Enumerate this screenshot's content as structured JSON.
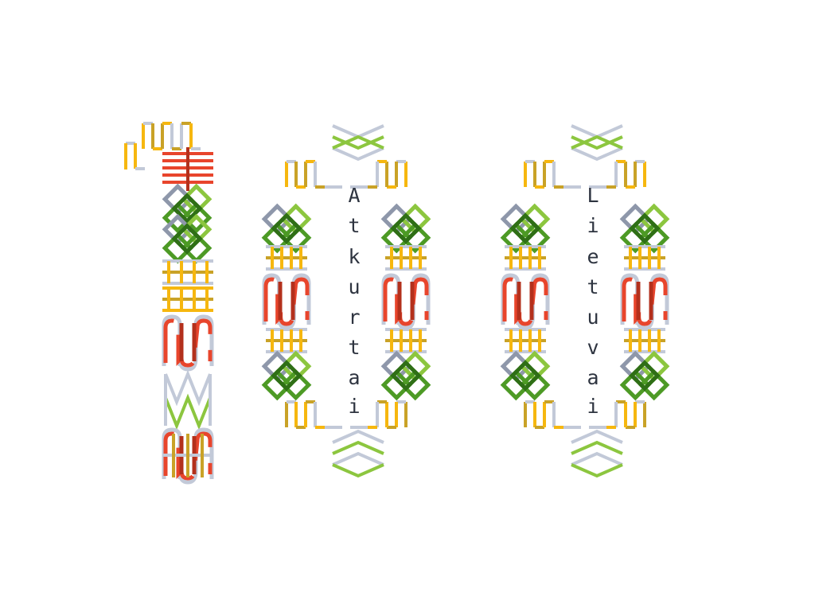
{
  "logo": {
    "words": [
      {
        "text": "Atkurtai",
        "letters": [
          "A",
          "t",
          "k",
          "u",
          "r",
          "t",
          "a",
          "i"
        ]
      },
      {
        "text": "Lietuvai",
        "letters": [
          "L",
          "i",
          "e",
          "t",
          "u",
          "v",
          "a",
          "i"
        ]
      }
    ]
  },
  "colors": {
    "yellow": "#f6b70f",
    "gold": "#c9a227",
    "grey": "#c2c9d8",
    "steel": "#8e97aa",
    "lime": "#8cc63f",
    "green": "#4d9a25",
    "darkgreen": "#2f6f16",
    "red": "#e8452c",
    "darkred": "#b3301c",
    "ink": "#2e3440"
  }
}
